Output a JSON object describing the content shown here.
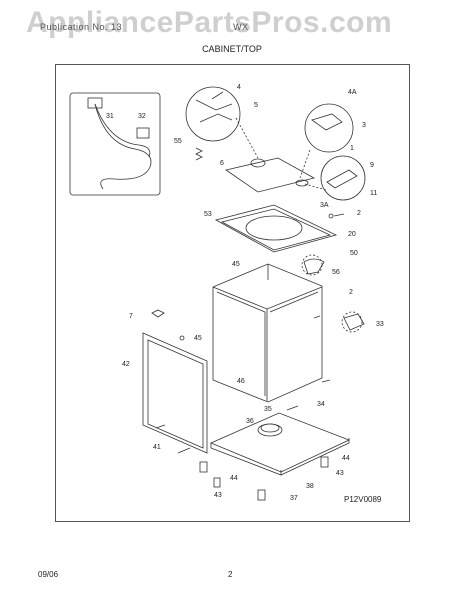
{
  "watermark": "AppliancePartsPros.com",
  "header": {
    "left_text": "Publication No. 13",
    "model_text": "WX"
  },
  "section_title": "CABINET/TOP",
  "diagram_code": "P12V0089",
  "footer": {
    "date": "09/06",
    "page": "2"
  },
  "callouts": {
    "c4": "4",
    "c5": "5",
    "c4a": "4A",
    "c3": "3",
    "c31": "31",
    "c32": "32",
    "c55": "55",
    "c6": "6",
    "c1": "1",
    "c9": "9",
    "c11": "11",
    "c3a": "3A",
    "c2a": "2",
    "c20": "20",
    "c53": "53",
    "c50": "50",
    "c56": "56",
    "c45a": "45",
    "c2b": "2",
    "c7": "7",
    "c45b": "45",
    "c33": "33",
    "c42": "42",
    "c46": "46",
    "c35": "35",
    "c34": "34",
    "c36": "36",
    "c41": "41",
    "c44a": "44",
    "c43a": "43",
    "c44b": "44",
    "c43b": "43",
    "c38": "38",
    "c37": "37"
  }
}
